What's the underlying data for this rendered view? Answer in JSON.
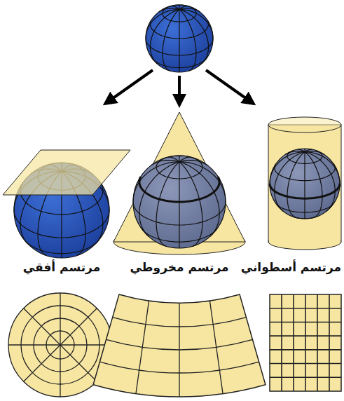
{
  "diagram": {
    "labels": [
      "مرتسم أسطواني",
      "مرتسم مخروطي",
      "مرتسم أفقي"
    ]
  }
}
